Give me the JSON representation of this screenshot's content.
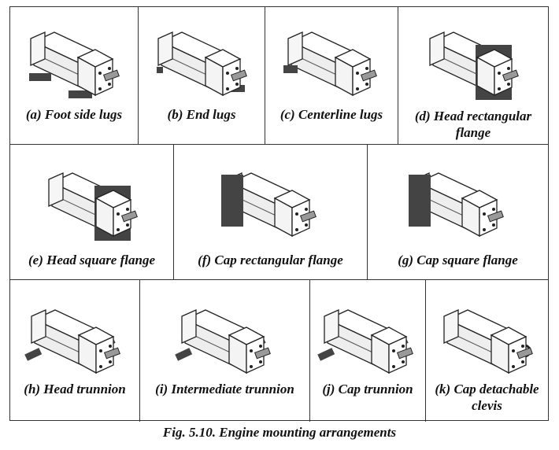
{
  "figure": {
    "caption": "Fig. 5.10. Engine mounting arrangements",
    "rows": [
      [
        {
          "label": "(a) Foot side lugs",
          "mount": "foot"
        },
        {
          "label": "(b) End lugs",
          "mount": "end"
        },
        {
          "label": "(c) Centerline lugs",
          "mount": "center"
        },
        {
          "label": "(d) Head rectangular flange",
          "mount": "headflange"
        }
      ],
      [
        {
          "label": "(e) Head square flange",
          "mount": "headflange"
        },
        {
          "label": "(f) Cap rectangular flange",
          "mount": "capflange"
        },
        {
          "label": "(g) Cap square flange",
          "mount": "capflange"
        }
      ],
      [
        {
          "label": "(h) Head trunnion",
          "mount": "trunnion"
        },
        {
          "label": "(i) Intermediate trunnion",
          "mount": "trunnion"
        },
        {
          "label": "(j) Cap trunnion",
          "mount": "trunnion"
        },
        {
          "label": "(k) Cap detachable clevis",
          "mount": "clevis"
        }
      ]
    ]
  }
}
